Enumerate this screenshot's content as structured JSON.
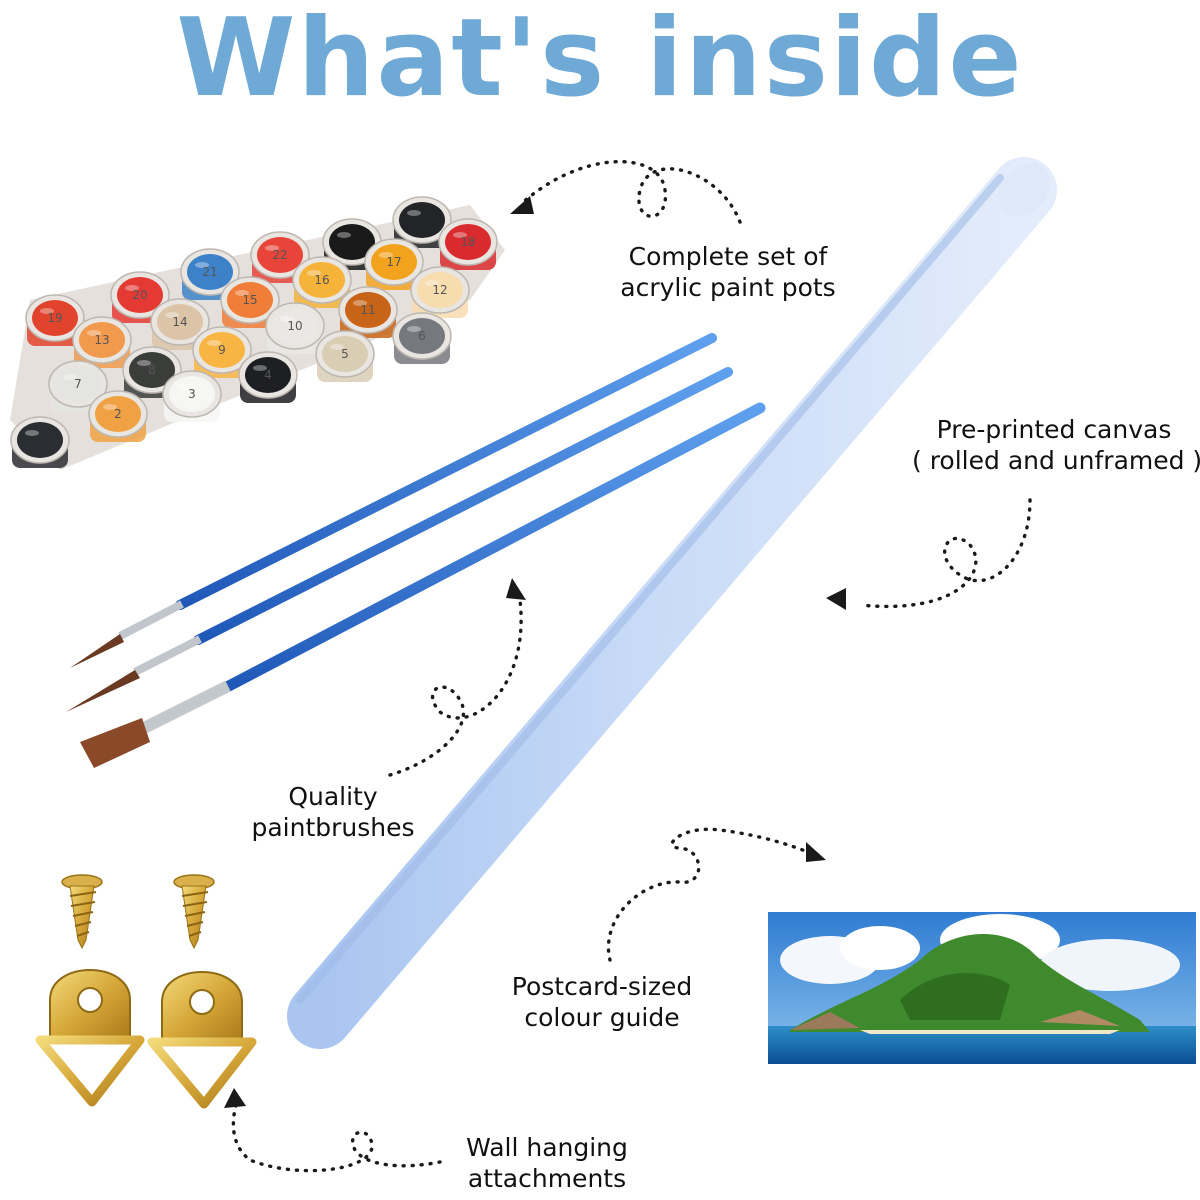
{
  "title": "What's inside",
  "title_color": "#6fa9d6",
  "items": {
    "paint_pots": {
      "line1": "Complete set of",
      "line2": "acrylic paint pots"
    },
    "canvas": {
      "line1": "Pre-printed canvas",
      "line2": "( rolled and unframed )"
    },
    "brushes": {
      "line1": "Quality",
      "line2": "paintbrushes"
    },
    "guide": {
      "line1": "Postcard-sized",
      "line2": "colour guide"
    },
    "hanging": {
      "line1": "Wall hanging",
      "line2": "attachments"
    }
  },
  "paint_pots": [
    {
      "num": "19",
      "color": "#e2432d"
    },
    {
      "num": "20",
      "color": "#e53a33"
    },
    {
      "num": "21",
      "color": "#3d82c8"
    },
    {
      "num": "22",
      "color": "#e8443a"
    },
    {
      "num": "",
      "color": "#1a1a1a"
    },
    {
      "num": "",
      "color": "#222428"
    },
    {
      "num": "18",
      "color": "#d92b2f"
    },
    {
      "num": "13",
      "color": "#f19a4e"
    },
    {
      "num": "14",
      "color": "#dcc4a8"
    },
    {
      "num": "15",
      "color": "#f07e38"
    },
    {
      "num": "16",
      "color": "#f6b33a"
    },
    {
      "num": "17",
      "color": "#f3a21e"
    },
    {
      "num": "12",
      "color": "#f7dcae"
    },
    {
      "num": "7",
      "color": "#e4e4e2"
    },
    {
      "num": "8",
      "color": "#3b3d3b"
    },
    {
      "num": "9",
      "color": "#f9b544"
    },
    {
      "num": "10",
      "color": "#eae8e4"
    },
    {
      "num": "11",
      "color": "#c76418"
    },
    {
      "num": "6",
      "color": "#75787e"
    },
    {
      "num": "",
      "color": "#2a2d31"
    },
    {
      "num": "2",
      "color": "#f0a143"
    },
    {
      "num": "3",
      "color": "#f6f6f4"
    },
    {
      "num": "4",
      "color": "#1e1f22"
    },
    {
      "num": "5",
      "color": "#d9cdb4"
    }
  ]
}
